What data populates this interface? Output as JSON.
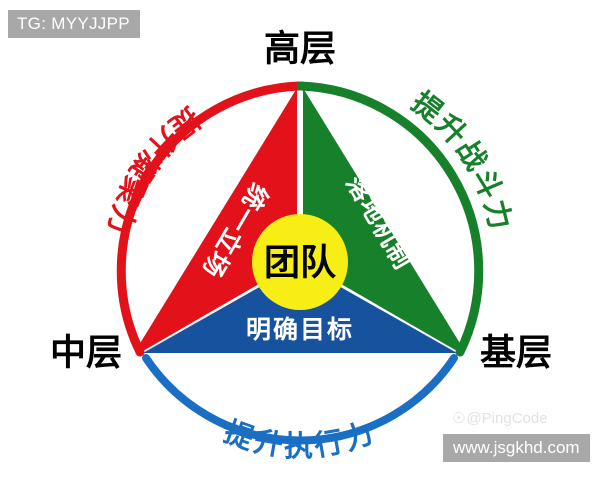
{
  "watermarks": {
    "telegram": "TG: MYYJJPP",
    "site": "www.jsgkhd.com",
    "brand": "@PingCode",
    "brand_icon": "pingcode-logo-icon"
  },
  "diagram": {
    "type": "triangle-in-circle",
    "center_label": "团队",
    "tiers": [
      {
        "id": "top",
        "label": "高层",
        "position": "top"
      },
      {
        "id": "middle",
        "label": "中层",
        "position": "left"
      },
      {
        "id": "base",
        "label": "基层",
        "position": "right"
      }
    ],
    "sectors": [
      {
        "id": "red",
        "color": "#e3121a",
        "inner_text": "统一立场",
        "inner_text_color": "#ffffff",
        "arc_text": "提升凝聚力",
        "arc_text_color": "#e3121a"
      },
      {
        "id": "green",
        "color": "#17802a",
        "inner_text": "落地机制",
        "inner_text_color": "#ffffff",
        "arc_text": "提升战斗力",
        "arc_text_color": "#17802a"
      },
      {
        "id": "blue",
        "color": "#16529e",
        "inner_text": "明确目标",
        "inner_text_color": "#ffffff",
        "arc_text": "提升执行力",
        "arc_text_color": "#1a6fc4"
      }
    ],
    "colors": {
      "center_circle": "#f7ee16",
      "center_text": "#000000",
      "tier_label": "#000000",
      "background": "#ffffff",
      "red": "#e3121a",
      "green": "#17802a",
      "blue_fill": "#16529e",
      "blue_arc": "#1a6fc4"
    }
  }
}
